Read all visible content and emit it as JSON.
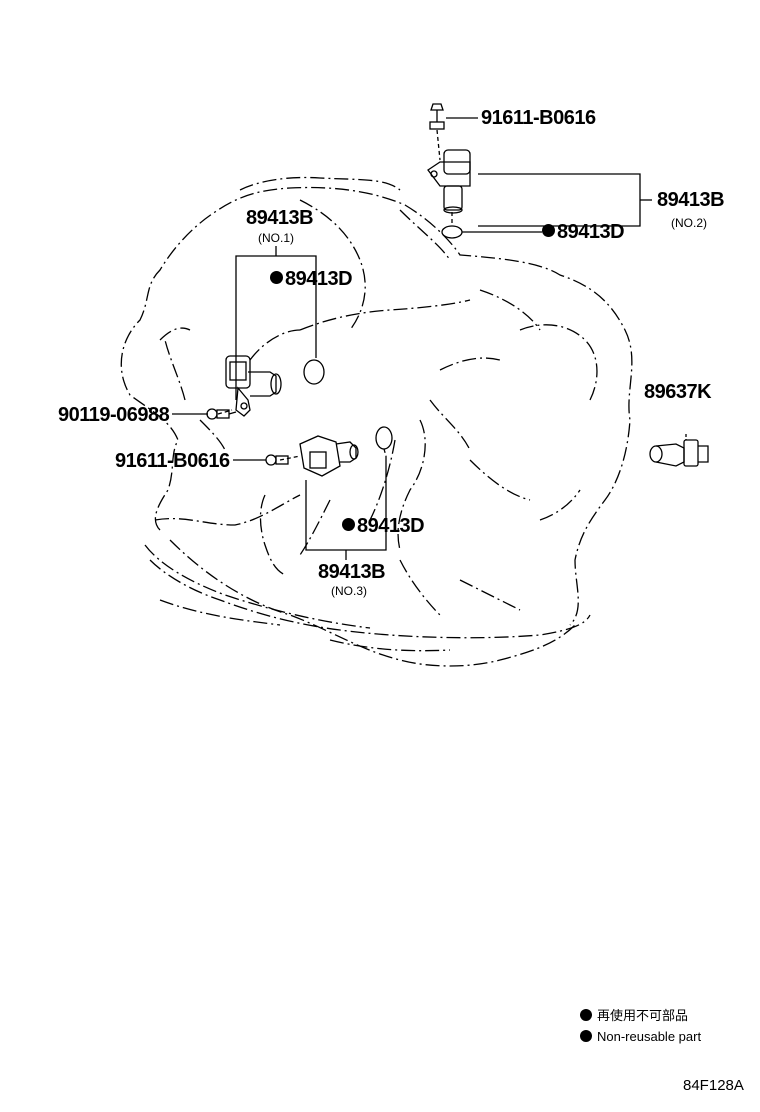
{
  "labels": {
    "bolt_top": "91611-B0616",
    "sensor_no2": "89413B",
    "sensor_no2_sub": "(NO.2)",
    "oring_no2": "89413D",
    "sensor_no1": "89413B",
    "sensor_no1_sub": "(NO.1)",
    "oring_no1": "89413D",
    "bolt_left": "90119-06988",
    "bolt_mid": "91611-B0616",
    "switch": "89637K",
    "oring_no3": "89413D",
    "sensor_no3": "89413B",
    "sensor_no3_sub": "(NO.3)"
  },
  "legend": {
    "jp": "再使用不可部品",
    "en": "Non-reusable part"
  },
  "figure_code": "84F128A",
  "icons": {
    "non_reusable_marker": "filled-circle-icon"
  }
}
